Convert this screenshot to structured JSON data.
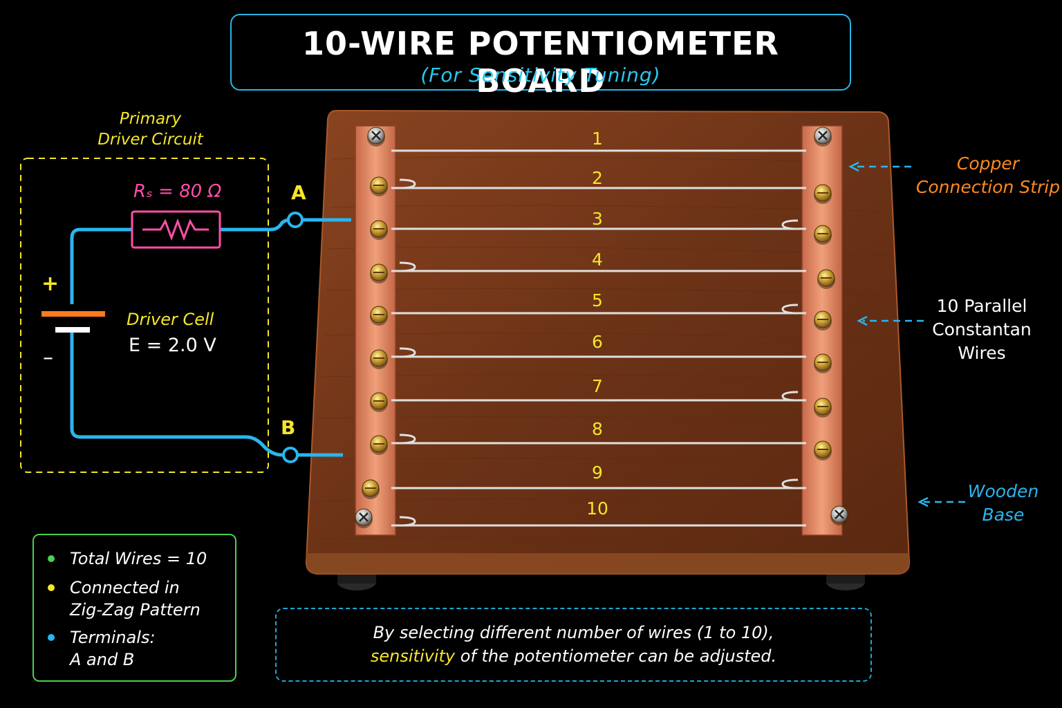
{
  "title": {
    "main": "10-WIRE POTENTIOMETER BOARD",
    "subtitle": "(For Sensitivity Tuning)"
  },
  "primary_circuit": {
    "title": "Primary Driver Circuit",
    "title_line1": "Primary",
    "title_line2": "Driver Circuit",
    "resistor_label": "Rₛ = 80 Ω",
    "cell_label": "Driver Cell",
    "emf_label": "E = 2.0 V",
    "plus": "+",
    "minus": "–"
  },
  "terminals": {
    "a": "A",
    "b": "B"
  },
  "wires": [
    "1",
    "2",
    "3",
    "4",
    "5",
    "6",
    "7",
    "8",
    "9",
    "10"
  ],
  "callouts": {
    "copper_line1": "Copper",
    "copper_line2": "Connection Strip",
    "wires_line1": "10 Parallel",
    "wires_line2": "Constantan",
    "wires_line3": "Wires",
    "base_line1": "Wooden",
    "base_line2": "Base"
  },
  "legend": {
    "items": [
      {
        "text_1": "Total Wires = 10",
        "text_2": "",
        "dot_color": "#4bd14b"
      },
      {
        "text_1": "Connected in",
        "text_2": "Zig-Zag Pattern",
        "dot_color": "#f5e62a"
      },
      {
        "text_1": "Terminals:",
        "text_2": "A and B",
        "dot_color": "#29b6f0"
      }
    ]
  },
  "note": {
    "line1": "By selecting different number of wires (1 to 10),",
    "line2_highlight": "sensitivity",
    "line2_rest": " of the potentiometer can be adjusted."
  },
  "colors": {
    "accent_cyan": "#29b6e6",
    "label_yellow": "#f5e62a",
    "resistor_pink": "#ff4fa8",
    "copper": "#e08a5a",
    "wood": "#7a3a18",
    "wire_blue": "#29b6f0",
    "legend_green": "#4bd14b"
  }
}
